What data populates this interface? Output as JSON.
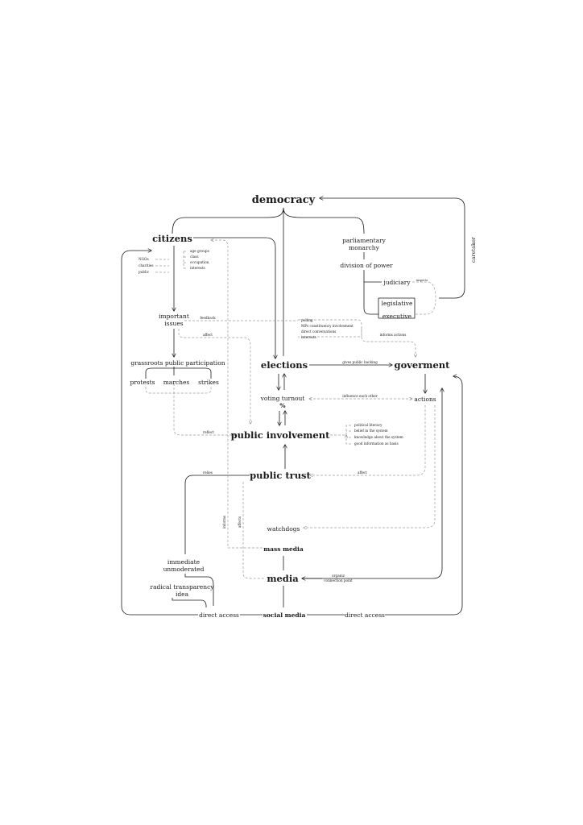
{
  "nodes": {
    "democracy": "democracy",
    "citizens": "citizens",
    "parliamentary_monarchy_1": "parliamentary",
    "parliamentary_monarchy_2": "monarchy",
    "division_of_power": "division of power",
    "judiciary": "judiciary",
    "legislative": "legislative",
    "executive": "executive",
    "important_issues_1": "important",
    "important_issues_2": "issues",
    "grassroots": "grassroots public participation",
    "protests": "protests",
    "marches": "marches",
    "strikes": "strikes",
    "elections": "elections",
    "goverment": "goverment",
    "voting_turnout": "voting turnout",
    "percent": "%",
    "actions": "actions",
    "public_involvement": "public involvement",
    "public_trust": "public trust",
    "watchdogs": "watchdogs",
    "mass_media": "mass media",
    "media": "media",
    "immediate_1": "immediate",
    "immediate_2": "unmoderated",
    "radical_1": "radical transparency",
    "radical_2": "idea",
    "direct_access_left": "direct access",
    "social_media": "social media",
    "direct_access_right": "direct access"
  },
  "lists": {
    "citizen_groups": [
      "NGOs",
      "charities",
      "public"
    ],
    "citizen_attributes": [
      "age groups",
      "class",
      "occupation",
      "interests"
    ],
    "feedback_channels": [
      "polling",
      "MPs constituency involvement",
      "direct conversations",
      "interests"
    ],
    "involvement_factors": [
      "political literacy",
      "belief in the system",
      "knowledge about the system",
      "good information as basis"
    ]
  },
  "edge_labels": {
    "caretaker": "caretaker",
    "feedback": "feedback",
    "affect_top": "affect",
    "informs_actions": "informs actions",
    "gives_public_backing": "gives public backing",
    "influence_each_other": "influence each other",
    "reflect": "reflect",
    "affect_trust": "affect",
    "relies": "relies",
    "informs": "informs",
    "affects": "affects",
    "organiz_1": "organiz",
    "organiz_2": "connection point",
    "judiciary_tag": "inspects"
  }
}
